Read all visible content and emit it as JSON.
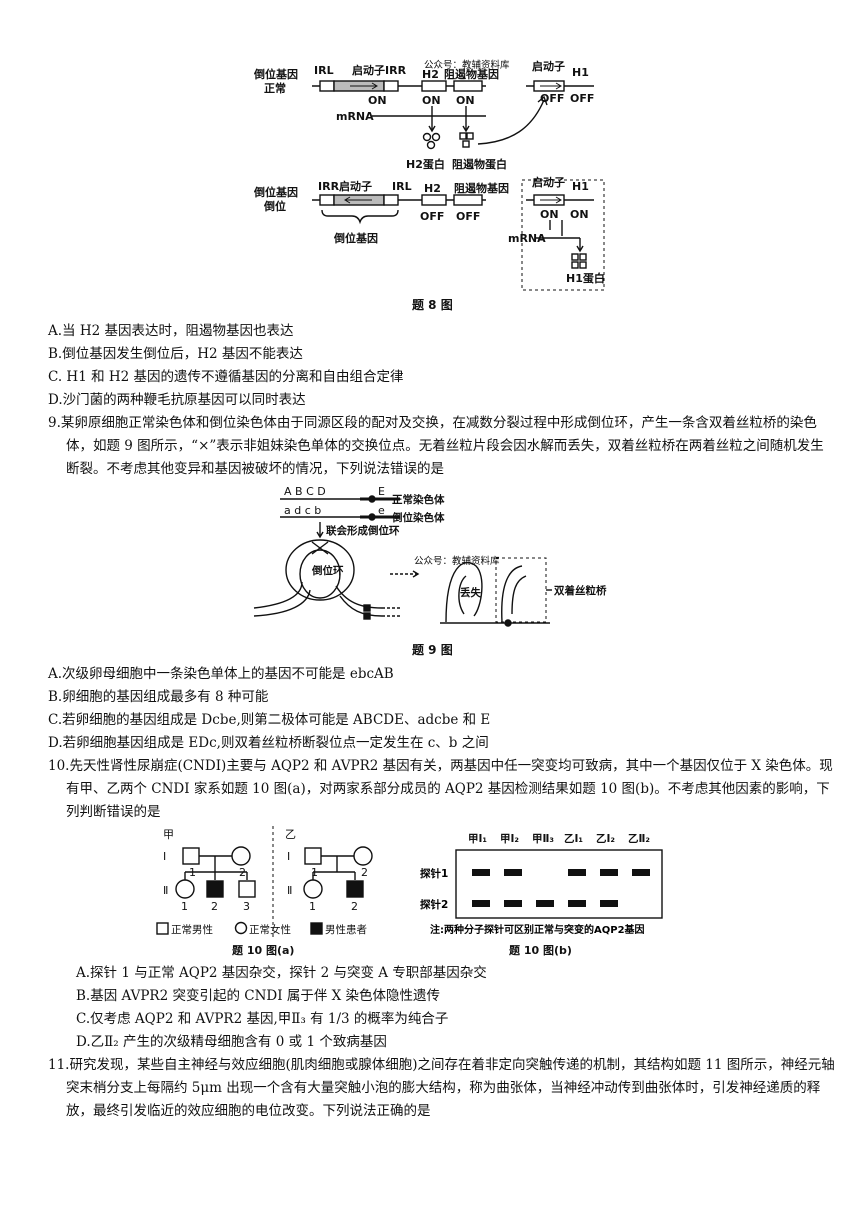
{
  "fig8": {
    "caption": "题 8 图",
    "top": {
      "side_label_1": "倒位基因",
      "side_label_2": "正常",
      "irl": "IRL",
      "promoter_irr": "启动子IRR",
      "on_left": "ON",
      "watermark": "公众号：教辅资料库",
      "h2": "H2",
      "blocker_gene": "阻遏物基因",
      "on_h2": "ON",
      "on_blocker": "ON",
      "mrna": "mRNA",
      "h2_protein": "H2蛋白",
      "blocker_protein": "阻遏物蛋白",
      "promoter_right": "启动子",
      "h1": "H1",
      "off_1": "OFF",
      "off_2": "OFF"
    },
    "bottom": {
      "side_label_1": "倒位基因",
      "side_label_2": "倒位",
      "irr_promoter": "IRR启动子",
      "irl": "IRL",
      "h2": "H2",
      "blocker_gene": "阻遏物基因",
      "off_h2": "OFF",
      "off_blocker": "OFF",
      "inverted_gene": "倒位基因",
      "promoter_right": "启动子",
      "h1": "H1",
      "on_1": "ON",
      "on_2": "ON",
      "mrna": "mRNA",
      "h1_protein": "H1蛋白"
    }
  },
  "q8_options": [
    "A.当 H2 基因表达时，阻遏物基因也表达",
    "B.倒位基因发生倒位后，H2 基因不能表达",
    "C. H1 和 H2 基因的遗传不遵循基因的分离和自由组合定律",
    "D.沙门菌的两种鞭毛抗原基因可以同时表达"
  ],
  "q9": {
    "stem": "9.某卵原细胞正常染色体和倒位染色体由于同源区段的配对及交换，在减数分裂过程中形成倒位环，产生一条含双着丝粒桥的染色体，如题 9 图所示，“×”表示非姐妹染色单体的交换位点。无着丝粒片段会因水解而丢失，双着丝粒桥在两着丝粒之间随机发生断裂。不考虑其他变异和基因被破坏的情况，下列说法错误的是",
    "options": [
      "A.次级卵母细胞中一条染色单体上的基因不可能是 ebcAB",
      "B.卵细胞的基因组成最多有 8 种可能",
      "C.若卵细胞的基因组成是 Dcbe,则第二极体可能是 ABCDE、adcbe 和 E",
      "D.若卵细胞基因组成是 EDc,则双着丝粒桥断裂位点一定发生在 c、b 之间"
    ],
    "fig": {
      "caption": "题 9 图",
      "row1": "A  B  C  D",
      "row1_e": "E",
      "normal": "正常染色体",
      "row2": "a   d   c   b",
      "row2_e": "e",
      "inverted": "倒位染色体",
      "synapsis": "联会形成倒位环",
      "loop": "倒位环",
      "watermark": "公众号：教辅资料库",
      "lost": "丢失",
      "bridge": "双着丝粒桥"
    }
  },
  "q10": {
    "stem": "10.先天性肾性尿崩症(CNDI)主要与 AQP2 和 AVPR2 基因有关，两基因中任一突变均可致病，其中一个基因仅位于 X 染色体。现有甲、乙两个 CNDI 家系如题 10 图(a)，对两家系部分成员的 AQP2 基因检测结果如题 10 图(b)。不考虑其他因素的影响，下列判断错误的是",
    "fig_a": {
      "jia": "甲",
      "yi": "乙",
      "legend_normal_male": "正常男性",
      "legend_normal_female": "正常女性",
      "legend_affected_male": "男性患者",
      "caption": "题 10 图(a)"
    },
    "fig_b": {
      "columns": [
        "甲Ⅰ₁",
        "甲Ⅰ₂",
        "甲Ⅱ₃",
        "乙Ⅰ₁",
        "乙Ⅰ₂",
        "乙Ⅱ₂"
      ],
      "probe1": "探针1",
      "probe2": "探针2",
      "probe1_bands": [
        1,
        1,
        0,
        1,
        1,
        1
      ],
      "probe2_bands": [
        1,
        1,
        1,
        1,
        1,
        0
      ],
      "note": "注:两种分子探针可区别正常与突变的AQP2基因",
      "caption": "题 10 图(b)"
    },
    "options": [
      "A.探针 1 与正常 AQP2 基因杂交，探针 2 与突变 A 专职部基因杂交",
      "B.基因 AVPR2 突变引起的 CNDI 属于伴 X 染色体隐性遗传",
      "C.仅考虑 AQP2 和 AVPR2 基因,甲Ⅱ₃ 有 1/3 的概率为纯合子",
      "D.乙Ⅱ₂ 产生的次级精母细胞含有 0 或 1 个致病基因"
    ]
  },
  "q11": {
    "stem": "11.研究发现，某些自主神经与效应细胞(肌肉细胞或腺体细胞)之间存在着非定向突触传递的机制，其结构如题 11 图所示，神经元轴突末梢分支上每隔约 5μm 出现一个含有大量突触小泡的膨大结构，称为曲张体，当神经冲动传到曲张体时，引发神经递质的释放，最终引发临近的效应细胞的电位改变。下列说法正确的是"
  }
}
